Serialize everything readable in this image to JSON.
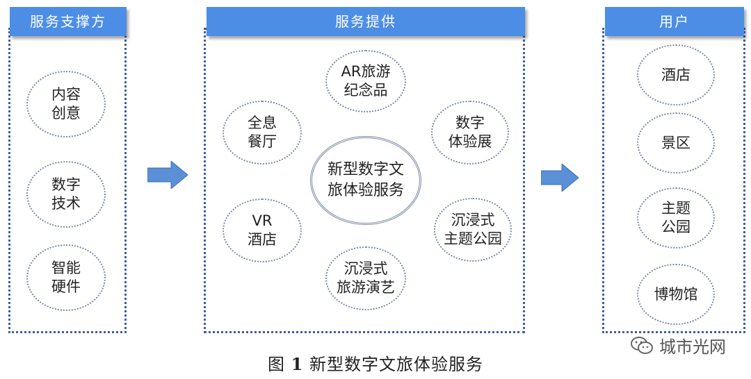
{
  "panels": {
    "left": {
      "header": "服务支撑方"
    },
    "middle": {
      "header": "服务提供"
    },
    "right": {
      "header": "用户"
    }
  },
  "left_nodes": [
    "内容\n创意",
    "数字\n技术",
    "智能\n硬件"
  ],
  "middle_nodes": {
    "center": "新型数字文\n旅体验服务",
    "ar_souvenir": "AR旅游\n纪念品",
    "holographic_dining": "全息\n餐厅",
    "digital_exhibition": "数字\n体验展",
    "vr_hotel": "VR\n酒店",
    "immersive_park": "沉浸式\n主题公园",
    "immersive_show": "沉浸式\n旅游演艺"
  },
  "right_nodes": [
    "酒店",
    "景区",
    "主题\n公园",
    "博物馆"
  ],
  "caption": {
    "prefix": "图",
    "number": "1",
    "text": "新型数字文旅体验服务"
  },
  "watermark": {
    "text": "城市光网",
    "icon": "wechat-icon"
  },
  "colors": {
    "header_bg": "#4c8ee6",
    "border": "#3b5ea8",
    "arrow": "#5b8fd6"
  }
}
